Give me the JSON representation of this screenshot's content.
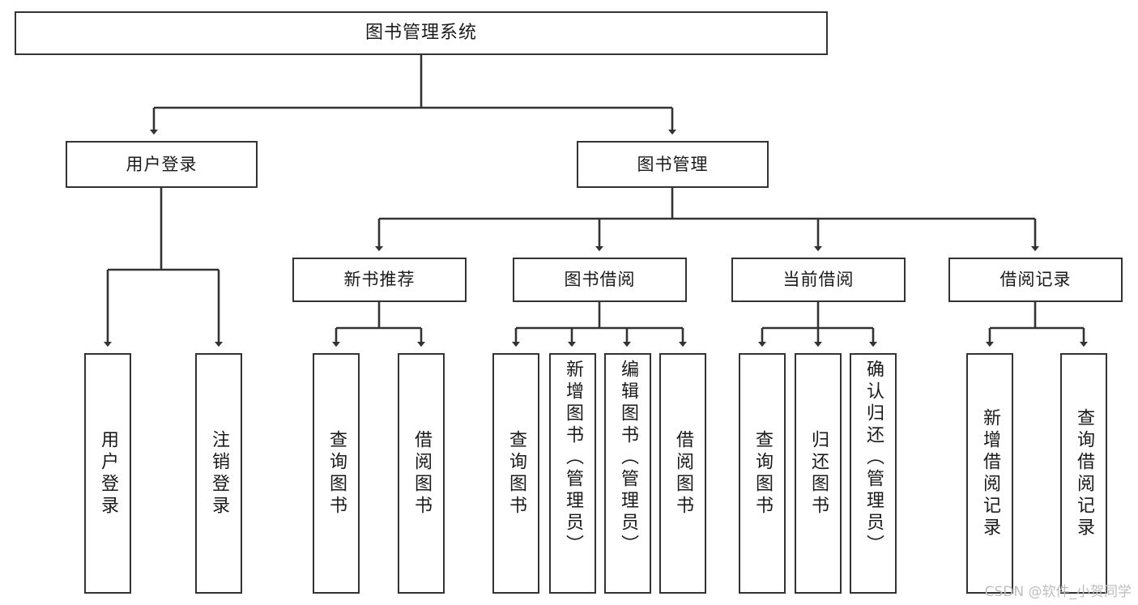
{
  "diagram": {
    "title": "图书管理系统",
    "type": "tree-hierarchy",
    "line_color": "#333333",
    "background_color": "#ffffff",
    "text_color": "#1a1a1a"
  },
  "nodes": {
    "root": {
      "label": "图书管理系统",
      "level": 0
    },
    "level1": [
      {
        "id": "user-login",
        "label": "用户登录"
      },
      {
        "id": "book-management",
        "label": "图书管理"
      }
    ],
    "level2": [
      {
        "id": "new-book-recommend",
        "label": "新书推荐",
        "parent": "book-management"
      },
      {
        "id": "book-borrow",
        "label": "图书借阅",
        "parent": "book-management"
      },
      {
        "id": "current-borrow",
        "label": "当前借阅",
        "parent": "book-management"
      },
      {
        "id": "borrow-record",
        "label": "借阅记录",
        "parent": "book-management"
      }
    ],
    "leaves": {
      "user-login": [
        {
          "id": "leaf-user-login",
          "label": "用户登录"
        },
        {
          "id": "leaf-user-logout",
          "label": "注销登录"
        }
      ],
      "new-book-recommend": [
        {
          "id": "leaf-query-book-1",
          "label": "查询图书"
        },
        {
          "id": "leaf-borrow-book-1",
          "label": "借阅图书"
        }
      ],
      "book-borrow": [
        {
          "id": "leaf-query-book-2",
          "label": "查询图书"
        },
        {
          "id": "leaf-add-book",
          "label": "新增图书（管理员）"
        },
        {
          "id": "leaf-edit-book",
          "label": "编辑图书（管理员）"
        },
        {
          "id": "leaf-borrow-book-2",
          "label": "借阅图书"
        }
      ],
      "current-borrow": [
        {
          "id": "leaf-query-book-3",
          "label": "查询图书"
        },
        {
          "id": "leaf-return-book",
          "label": "归还图书"
        },
        {
          "id": "leaf-confirm-return",
          "label": "确认归还（管理员）"
        }
      ],
      "borrow-record": [
        {
          "id": "leaf-add-record",
          "label": "新增借阅记录"
        },
        {
          "id": "leaf-query-record",
          "label": "查询借阅记录"
        }
      ]
    }
  },
  "watermark": {
    "text": "CSDN @软件_小贺同学"
  }
}
